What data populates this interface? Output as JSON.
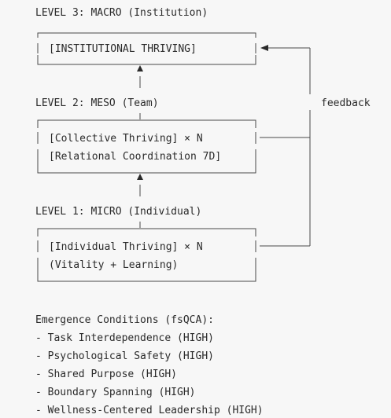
{
  "levels": {
    "macro": {
      "heading": "LEVEL 3: MACRO (Institution)",
      "lines": [
        "[INSTITUTIONAL THRIVING]"
      ]
    },
    "meso": {
      "heading": "LEVEL 2: MESO (Team)",
      "lines": [
        "[Collective Thriving] × N",
        "[Relational Coordination 7D]"
      ]
    },
    "micro": {
      "heading": "LEVEL 1: MICRO (Individual)",
      "lines": [
        "[Individual Thriving] × N",
        "(Vitality + Learning)"
      ]
    }
  },
  "feedback_label": "feedback",
  "emergence": {
    "title": "Emergence Conditions (fsQCA):",
    "items": [
      "- Task Interdependence (HIGH)",
      "- Psychological Safety (HIGH)",
      "- Shared Purpose (HIGH)",
      "- Boundary Spanning (HIGH)",
      "- Wellness-Centered Leadership (HIGH)"
    ]
  }
}
